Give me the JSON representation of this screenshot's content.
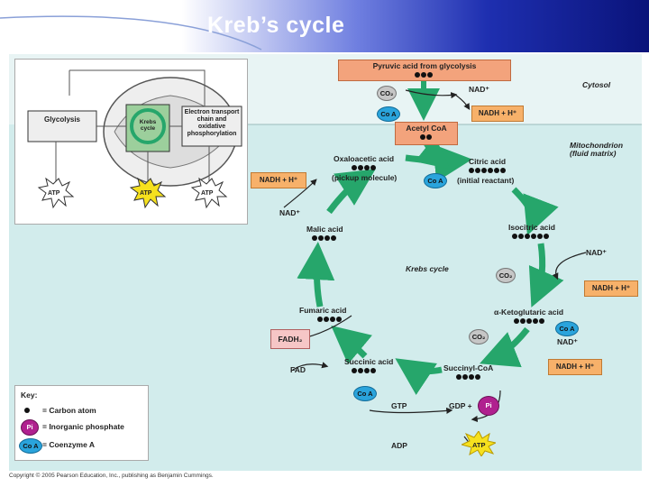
{
  "slide": {
    "title": "Kreb’s cycle"
  },
  "inset": {
    "glycolysis": "Glycolysis",
    "krebs": "Krebs cycle",
    "etc": "Electron transport chain and oxidative phosphorylation",
    "atp": "ATP"
  },
  "regions": {
    "cytosol": "Cytosol",
    "mitochondrion": "Mitochondrion (fluid matrix)"
  },
  "molecules": {
    "pyruvic": "Pyruvic acid from glycolysis",
    "acetyl": "Acetyl CoA",
    "oxaloacetic": "Oxaloacetic acid",
    "oxaloacetic_note": "(pickup molecule)",
    "citric": "Citric acid",
    "citric_note": "(initial reactant)",
    "isocitric": "Isocitric acid",
    "ketoglutaric": "α-Ketoglutaric acid",
    "succinyl": "Succinyl-CoA",
    "succinic": "Succinic acid",
    "fumaric": "Fumaric acid",
    "malic": "Malic acid",
    "cycle_name": "Krebs cycle"
  },
  "cofactors": {
    "nad": "NAD⁺",
    "nadh": "NADH + H⁺",
    "co2": "CO₂",
    "coa": "Co A",
    "fadh2": "FADH₂",
    "fad": "FAD",
    "gtp": "GTP",
    "gdp": "GDP +",
    "pi": "Pi",
    "adp": "ADP",
    "atp": "ATP"
  },
  "key": {
    "title": "Key:",
    "carbon": "= Carbon atom",
    "phosphate": "= Inorganic phosphate",
    "coenzyme": "= Coenzyme A"
  },
  "copyright": "Copyright © 2005 Pearson Education, Inc., publishing as Benjamin Cummings.",
  "colors": {
    "nadh_box": "#f7b16a",
    "fadh2_box": "#f6c6c6",
    "arrow": "#26a66b",
    "coa": "#2aa4dc",
    "atp": "#f6e11e"
  },
  "carbons": {
    "pyruvic": 3,
    "acetyl": 2,
    "oxaloacetic": 4,
    "citric": 6,
    "isocitric": 6,
    "ketoglutaric": 5,
    "succinyl": 4,
    "succinic": 4,
    "fumaric": 4,
    "malic": 4
  }
}
